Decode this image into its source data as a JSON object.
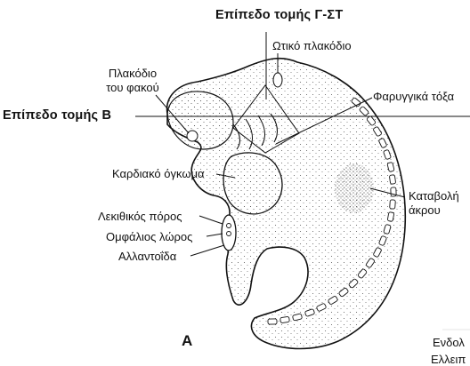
{
  "labels": {
    "plane_g_st": "Επίπεδο τομής Γ-ΣΤ",
    "otic_placode": "Ωτικό πλακόδιο",
    "lens_placode_1": "Πλακόδιο",
    "lens_placode_2": "του φακού",
    "pharyngeal_arches": "Φαρυγγικά τόξα",
    "plane_b": "Επίπεδο τομής Β",
    "cardiac_bulge": "Καρδιακό όγκωμα",
    "limb_bud_1": "Καταβολή",
    "limb_bud_2": "άκρου",
    "yolk_duct": "Λεκιθικός πόρος",
    "umbilical_cord": "Ομφάλιος λώρος",
    "allantois": "Αλλαντοΐδα",
    "panel_letter": "Α",
    "cut_text_1": "Ενδολ",
    "cut_text_2": "Ελλειπ"
  },
  "colors": {
    "ink": "#111111",
    "background": "#ffffff"
  }
}
